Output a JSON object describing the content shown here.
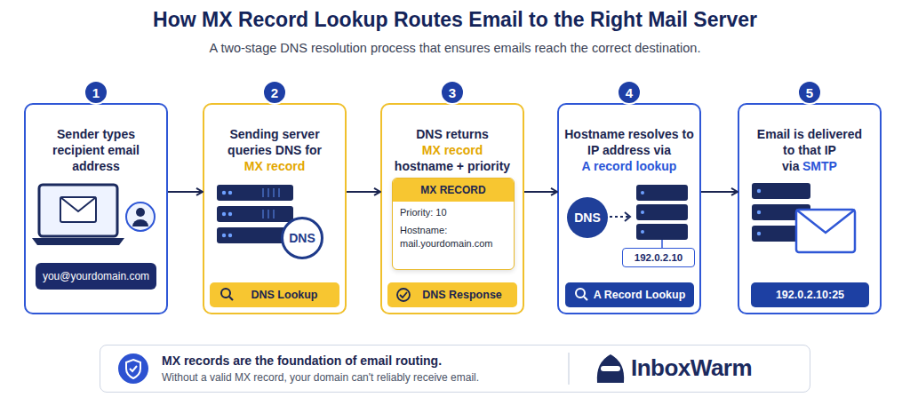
{
  "diagram": {
    "title": "How MX Record Lookup Routes Email to the Right Mail Server",
    "caption": "A two-stage DNS resolution process that ensures emails reach the correct destination.",
    "nodes": [
      {
        "text": [
          "Sender types recipient email address"
        ]
      },
      {
        "text": [
          "1"
        ],
        "in": 0
      },
      {
        "text": [
          "you@yourdomain.com"
        ],
        "in": 0
      },
      {
        "text": [
          "Sending server queries DNS for",
          "MX record"
        ]
      },
      {
        "text": [
          "2"
        ],
        "in": 3
      },
      {
        "text": [
          "DNS"
        ],
        "in": 3
      },
      {
        "text": [
          "DNS Lookup"
        ],
        "in": 3
      },
      {
        "text": [
          "DNS returns",
          "MX record",
          "hostname + priority"
        ]
      },
      {
        "text": [
          "3"
        ],
        "in": 7
      },
      {
        "text": [
          "MX RECORD",
          "Priority: 10",
          "Hostname: mail.yourdomain.com"
        ],
        "in": 7
      },
      {
        "text": [
          "DNS Response"
        ],
        "in": 7
      },
      {
        "text": [
          "Hostname resolves to IP address via",
          "A record lookup"
        ]
      },
      {
        "text": [
          "4"
        ],
        "in": 11
      },
      {
        "text": [
          "DNS"
        ],
        "in": 11
      },
      {
        "text": [
          "192.0.2.10"
        ],
        "in": 11
      },
      {
        "text": [
          "A Record Lookup"
        ],
        "in": 11
      },
      {
        "text": [
          "Email is delivered to that IP via",
          "SMTP"
        ]
      },
      {
        "text": [
          "5"
        ],
        "in": 16
      },
      {
        "text": [
          "192.0.2.10:25"
        ],
        "in": 16
      },
      {
        "text": [
          "MX records are the foundation of email routing.",
          "Without a valid MX record, your domain can't reliably receive email.",
          "InboxWarm"
        ]
      }
    ],
    "edges": [
      {
        "from": 0,
        "to": 3,
        "arrow": "to"
      },
      {
        "from": 3,
        "to": 7,
        "arrow": "to"
      },
      {
        "from": 7,
        "to": 11,
        "arrow": "to"
      },
      {
        "from": 11,
        "to": 16,
        "arrow": "to"
      }
    ]
  }
}
